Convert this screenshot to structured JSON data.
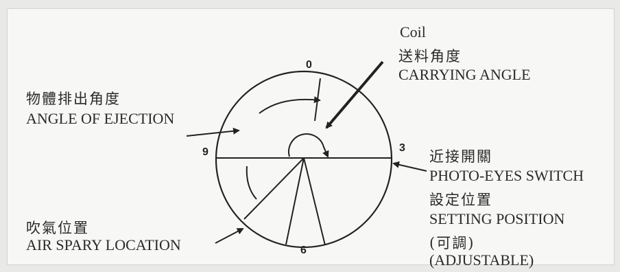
{
  "dial": {
    "top": "0",
    "right": "3",
    "bottom": "6",
    "left": "9"
  },
  "labels": {
    "coil": "Coil",
    "carrying_zh": "送料角度",
    "carrying_en": "CARRYING ANGLE",
    "ejection_zh": "物體排出角度",
    "ejection_en": "ANGLE OF EJECTION",
    "switch_zh": "近接開關",
    "switch_en": "PHOTO-EYES SWITCH",
    "setting_zh": "設定位置",
    "setting_en": "SETTING POSITION",
    "adjustable_zh": "(可調)",
    "adjustable_en": "(ADJUSTABLE)",
    "air_zh": "吹氣位置",
    "air_en": "AIR SPARY LOCATION"
  }
}
